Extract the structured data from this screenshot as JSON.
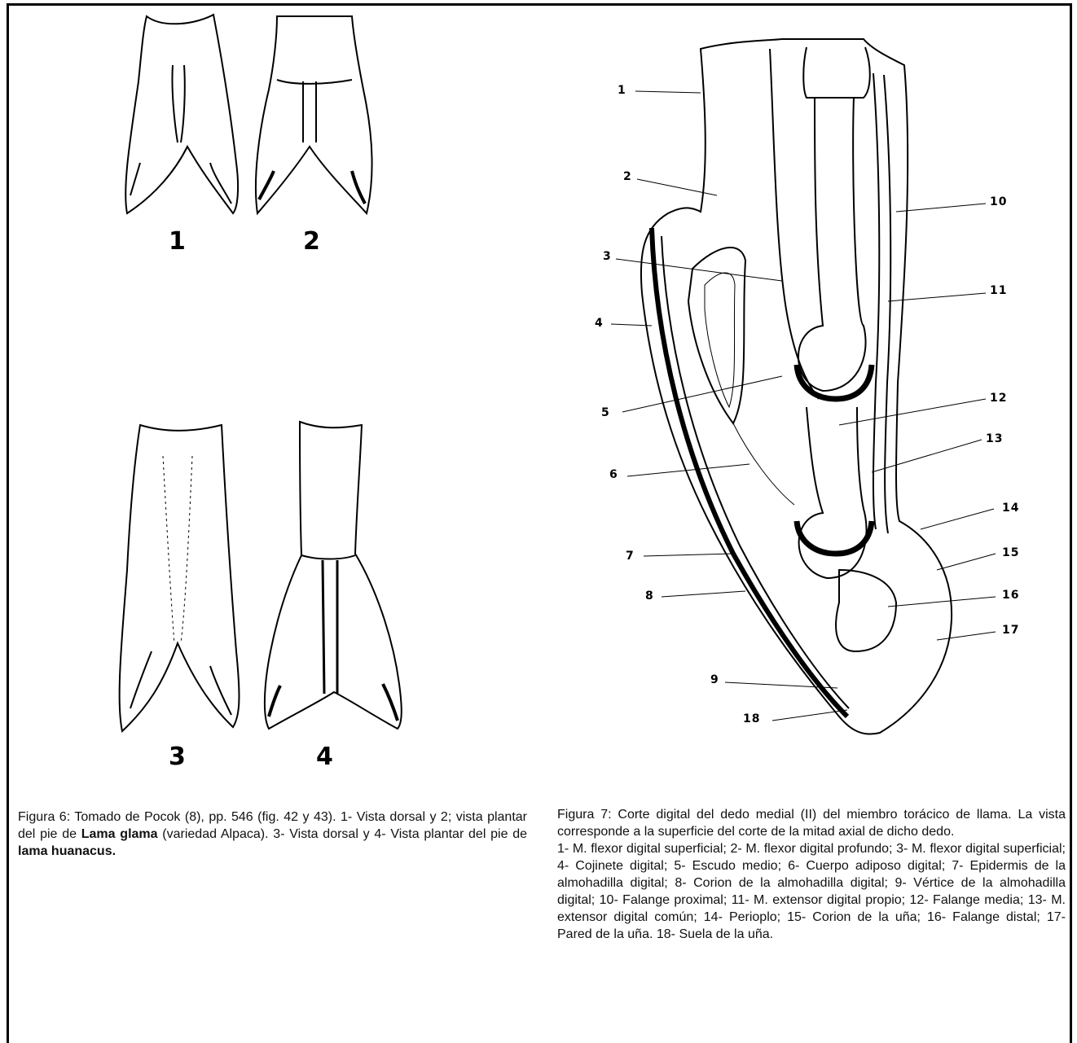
{
  "figure_labels": [
    "1",
    "2",
    "3",
    "4"
  ],
  "diagram_labels": [
    "1",
    "2",
    "3",
    "4",
    "5",
    "6",
    "7",
    "8",
    "9",
    "10",
    "11",
    "12",
    "13",
    "14",
    "15",
    "16",
    "17",
    "18"
  ],
  "caption_left": {
    "part1": "Figura 6: Tomado de Pocok (8), pp. 546 (fig. 42 y 43). 1- Vista dorsal y 2; vista plantar del pie de ",
    "bold1": "Lama glama",
    "part2": " (variedad Alpaca). 3- Vista dorsal y 4- Vista plantar del pie de ",
    "bold2": "lama huanacus."
  },
  "caption_right": {
    "title": "Figura 7: Corte digital del dedo medial (II) del miembro torácico de llama. La vista corresponde a la superficie del corte de la mitad axial de dicho dedo.",
    "legend": "1- M. flexor digital superficial; 2- M. flexor digital profundo; 3- M. flexor digital superficial; 4- Cojinete digital; 5- Escudo medio; 6- Cuerpo adiposo digital; 7- Epidermis de la almohadilla digital; 8- Corion de la almohadilla digital; 9- Vértice de la almohadilla digital; 10- Falange proximal; 11- M. extensor digital propio; 12- Falange media; 13- M. extensor digital común; 14- Perioplo; 15- Corion de la uña; 16- Falange distal; 17- Pared de la uña. 18- Suela de la uña."
  }
}
